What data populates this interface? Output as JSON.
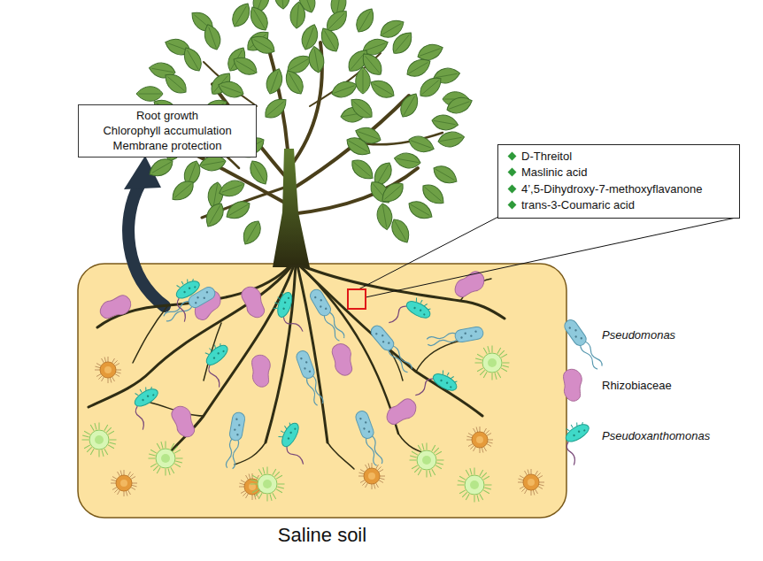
{
  "diagram": {
    "nodes": [
      {
        "text": [
          "Root growth",
          "Chlorophyll accumulation",
          "Membrane protection"
        ]
      },
      {
        "text": [
          "D-Threitol",
          "Maslinic acid",
          "4’,5-Dihydroxy-7-methoxyflavanone",
          "trans-3-Coumaric acid"
        ]
      }
    ],
    "labels": [
      "Saline soil"
    ],
    "legend": [
      {
        "text": "Pseudomonas"
      },
      {
        "text": "Rhizobiaceae"
      },
      {
        "text": "Pseudoxanthomonas"
      }
    ]
  }
}
